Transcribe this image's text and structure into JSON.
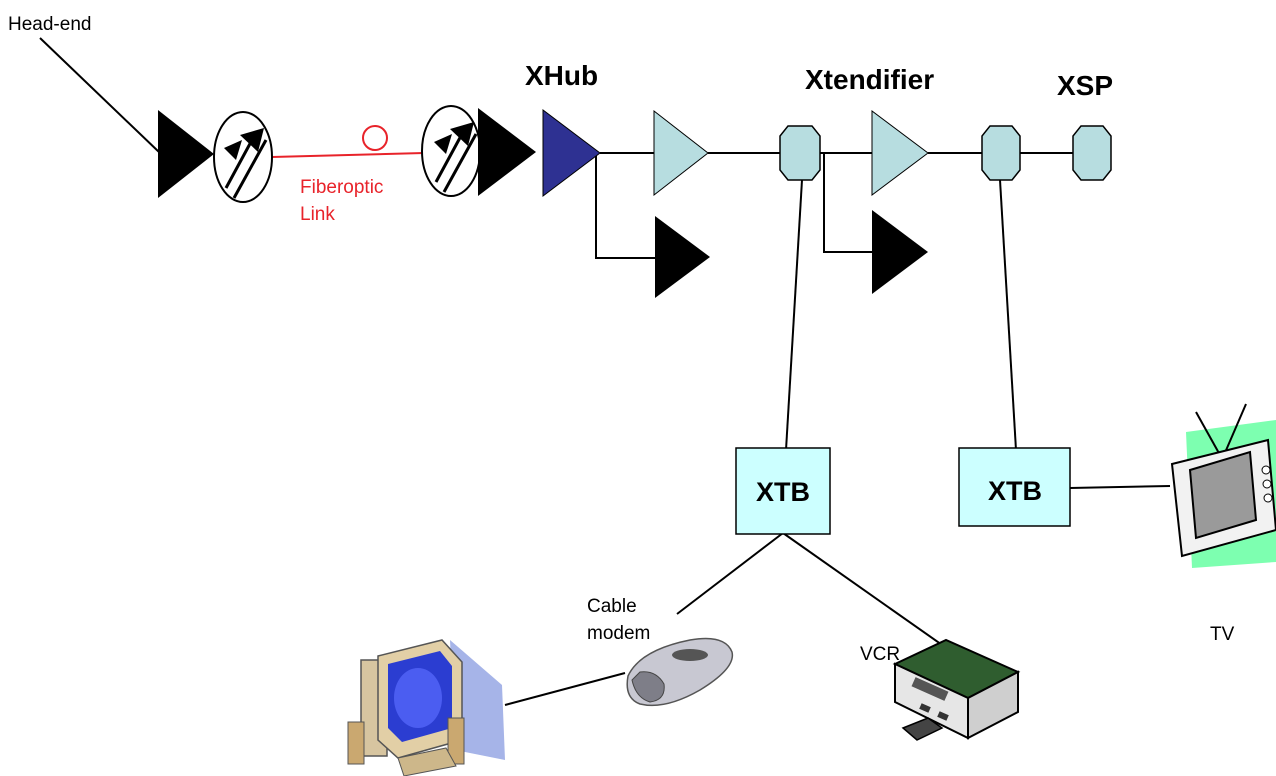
{
  "labels": {
    "head_end": "Head-end",
    "xhub": "XHub",
    "xtendifier": "Xtendifier",
    "xsp": "XSP",
    "fiber_line1": "Fiberoptic",
    "fiber_line2": "Link",
    "xtb_left": "XTB",
    "xtb_right": "XTB",
    "cable_modem_line1": "Cable",
    "cable_modem_line2": "modem",
    "vcr": "VCR",
    "tv": "TV"
  },
  "colors": {
    "fiber": "#e8232a",
    "xhub_amp": "#2e3192",
    "amp_teal": "#b7dde0",
    "xtb_fill": "#ccffff",
    "black": "#000000"
  },
  "icons": {
    "computer": "computer-icon",
    "cable_modem": "cable-modem-icon",
    "vcr": "vcr-icon",
    "tv": "tv-icon"
  }
}
